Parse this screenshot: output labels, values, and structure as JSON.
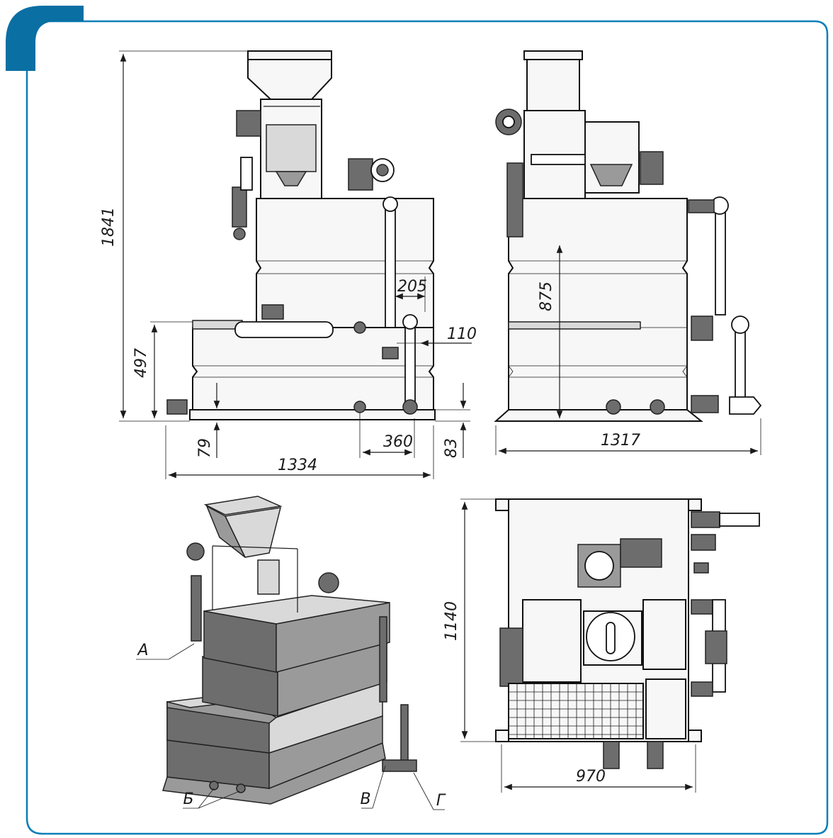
{
  "colors": {
    "frame": "#0a7fb8",
    "corner": "#0a6fa3",
    "line": "#1a1a1a"
  },
  "front_view": {
    "dim_height_total": "1841",
    "dim_height_lower": "497",
    "dim_pipe_offset": "205",
    "dim_pipe_diameter": "110",
    "dim_outlet_offset": "360",
    "dim_bottom_left": "79",
    "dim_bottom_right": "83",
    "dim_width": "1334"
  },
  "side_view": {
    "dim_level": "875",
    "dim_width": "1317"
  },
  "iso_view": {
    "label_a": "А",
    "label_b": "Б",
    "label_v": "В",
    "label_g": "Г"
  },
  "top_view": {
    "dim_depth": "1140",
    "dim_width": "970"
  }
}
